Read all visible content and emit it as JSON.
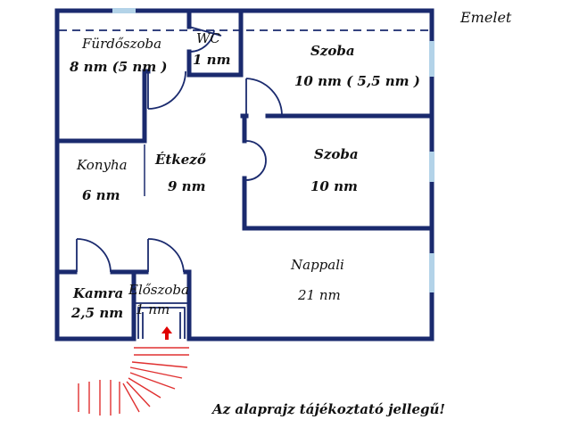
{
  "floor_label": "Emelet",
  "disclaimer": "Az alaprajz tájékoztató jellegű!",
  "colors": {
    "wall": "#1a2a6e",
    "window": "#b3d3e8",
    "entrance_arrow": "#e00000",
    "dashed_line": "#1a2a6e"
  },
  "rooms": {
    "furdoszoba": {
      "name": "Fürdőszoba",
      "area": "8 nm (5 nm )"
    },
    "wc": {
      "name": "WC",
      "area": "1 nm"
    },
    "szoba1": {
      "name": "Szoba",
      "area": "10 nm ( 5,5 nm )"
    },
    "szoba2": {
      "name": "Szoba",
      "area": "10 nm"
    },
    "konyha": {
      "name": "Konyha",
      "area": "6 nm"
    },
    "etkezo": {
      "name": "Étkező",
      "area": "9 nm"
    },
    "nappali": {
      "name": "Nappali",
      "area": "21 nm"
    },
    "kamra": {
      "name": "Kamra",
      "area": "2,5 nm"
    },
    "eloszoba": {
      "name": "Előszoba",
      "area": "1 nm"
    }
  }
}
